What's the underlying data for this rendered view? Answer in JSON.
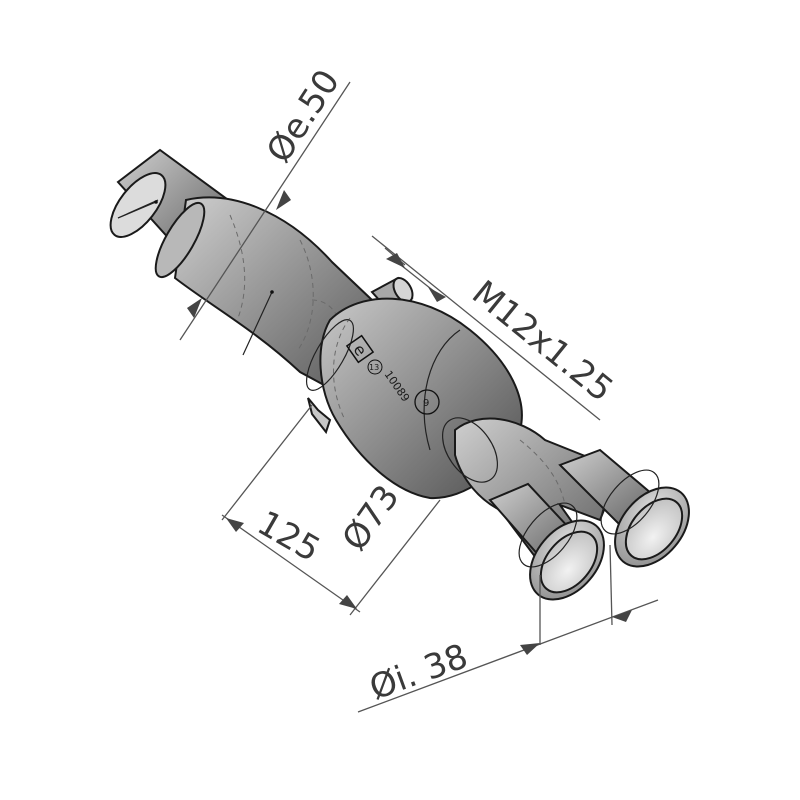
{
  "dimensions": {
    "inlet_diameter": "Øe.50",
    "thread": "M12x1.25",
    "body_diameter": "Ø73",
    "length": "125",
    "outlet_diameter": "Øi. 38"
  },
  "markings": {
    "approval_letter": "e",
    "approval_number": "13",
    "serial": "10089",
    "circle_label": "9"
  }
}
